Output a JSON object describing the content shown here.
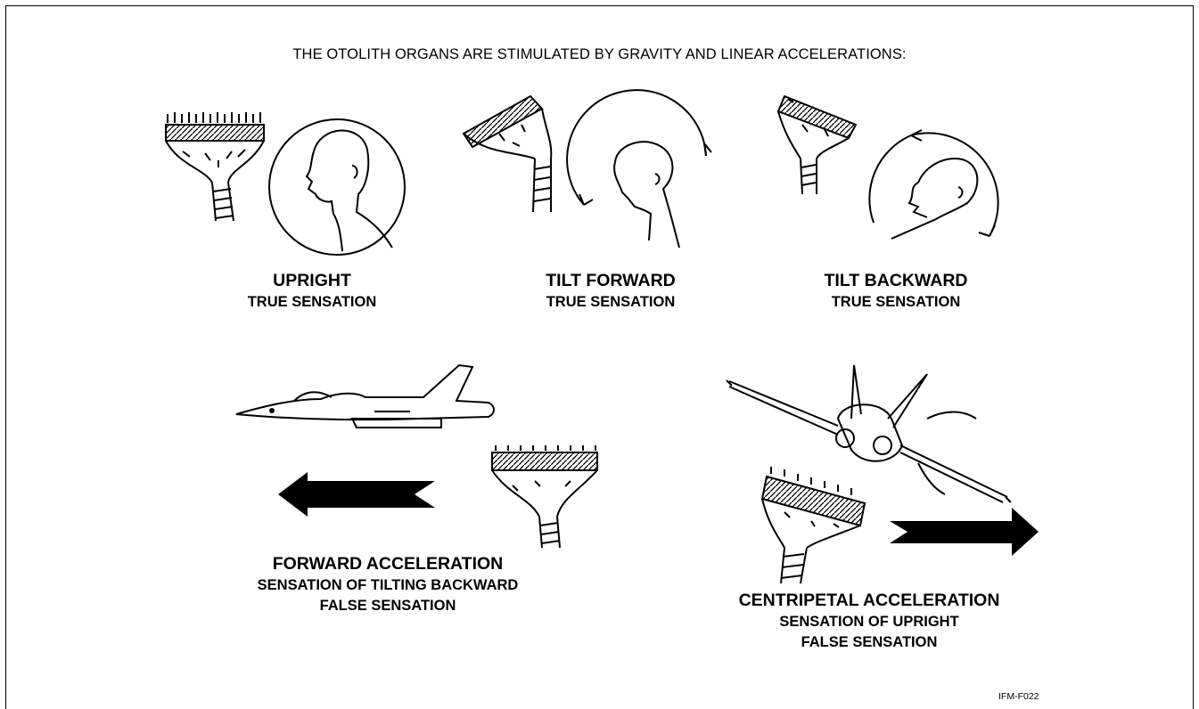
{
  "header": {
    "title": "THE OTOLITH ORGANS ARE STIMULATED BY GRAVITY AND LINEAR ACCELERATIONS:"
  },
  "panels": {
    "upright": {
      "heading": "UPRIGHT",
      "sub1": "TRUE SENSATION"
    },
    "tilt_forward": {
      "heading": "TILT FORWARD",
      "sub1": "TRUE SENSATION"
    },
    "tilt_backward": {
      "heading": "TILT BACKWARD",
      "sub1": "TRUE SENSATION"
    },
    "forward_acceleration": {
      "heading": "FORWARD ACCELERATION",
      "sub1": "SENSATION OF TILTING BACKWARD",
      "sub2": "FALSE SENSATION"
    },
    "centripetal_acceleration": {
      "heading": "CENTRIPETAL ACCELERATION",
      "sub1": "SENSATION OF UPRIGHT",
      "sub2": "FALSE SENSATION"
    }
  },
  "figure_code": "IFM-F022"
}
